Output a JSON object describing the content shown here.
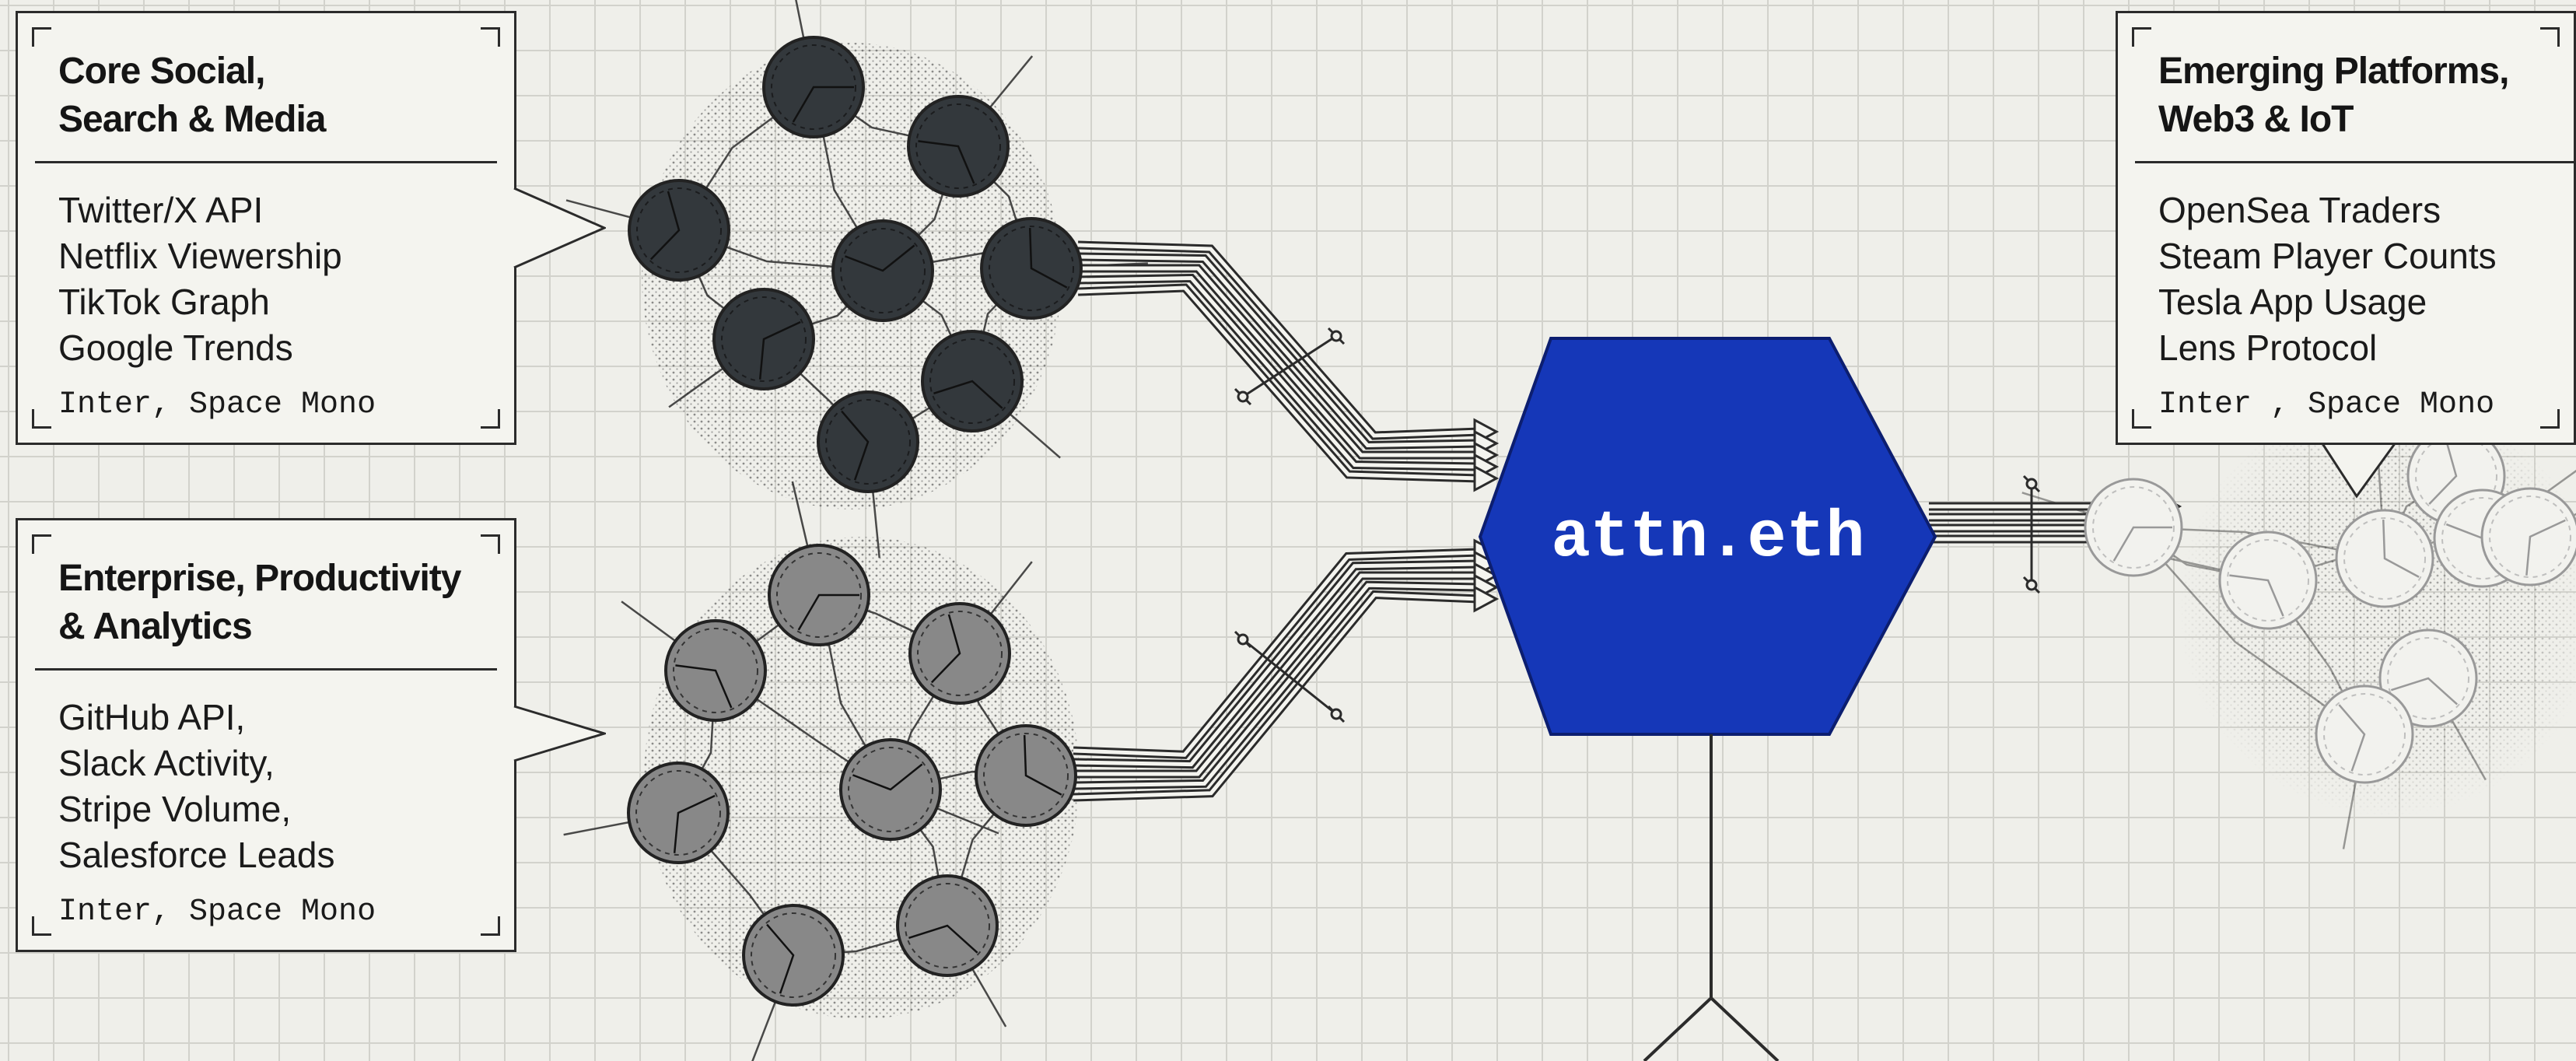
{
  "cards": {
    "core": {
      "title": "Core Social,\nSearch & Media",
      "items": [
        "Twitter/X API",
        "Netflix Viewership",
        "TikTok Graph",
        "Google Trends"
      ],
      "fonts": "Inter, Space Mono"
    },
    "enterprise": {
      "title": "Enterprise, Productivity\n& Analytics",
      "items": [
        "GitHub API,",
        "Slack Activity,",
        "Stripe Volume,",
        "Salesforce Leads"
      ],
      "fonts": "Inter, Space Mono"
    },
    "emerging": {
      "title": "Emerging Platforms,\nWeb3 & IoT",
      "items": [
        "OpenSea Traders",
        "Steam Player Counts",
        "Tesla App Usage",
        "Lens Protocol"
      ],
      "fonts": "Inter , Space Mono"
    }
  },
  "hub": {
    "label": "attn.eth"
  },
  "colors": {
    "hub_fill": "#1537b8",
    "hub_text": "#ffffff",
    "cluster_dark": "#33383c",
    "cluster_mid": "#888888",
    "cluster_light": "#f2f2ee",
    "ink": "#2b2b2b",
    "background": "#efefea"
  }
}
